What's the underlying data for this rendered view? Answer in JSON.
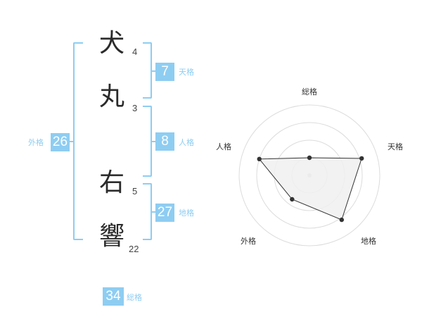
{
  "characters": [
    {
      "char": "犬",
      "strokes": "4"
    },
    {
      "char": "丸",
      "strokes": "3"
    },
    {
      "char": "右",
      "strokes": "5"
    },
    {
      "char": "響",
      "strokes": "22"
    }
  ],
  "fortunes": {
    "tenkaku": {
      "value": "7",
      "label": "天格"
    },
    "jinkaku": {
      "value": "8",
      "label": "人格"
    },
    "chikaku": {
      "value": "27",
      "label": "地格"
    },
    "gaikaku": {
      "value": "26",
      "label": "外格"
    },
    "soukaku": {
      "value": "34",
      "label": "総格"
    }
  },
  "radar": {
    "axes": [
      "総格",
      "天格",
      "地格",
      "外格",
      "人格"
    ],
    "values": [
      0.25,
      0.78,
      0.78,
      0.42,
      0.75
    ],
    "levels": 4
  },
  "colors": {
    "accent": "#8ecdf2",
    "text": "#2b2b2b",
    "radar_fill": "#f0f0f0",
    "radar_stroke": "#333333"
  }
}
